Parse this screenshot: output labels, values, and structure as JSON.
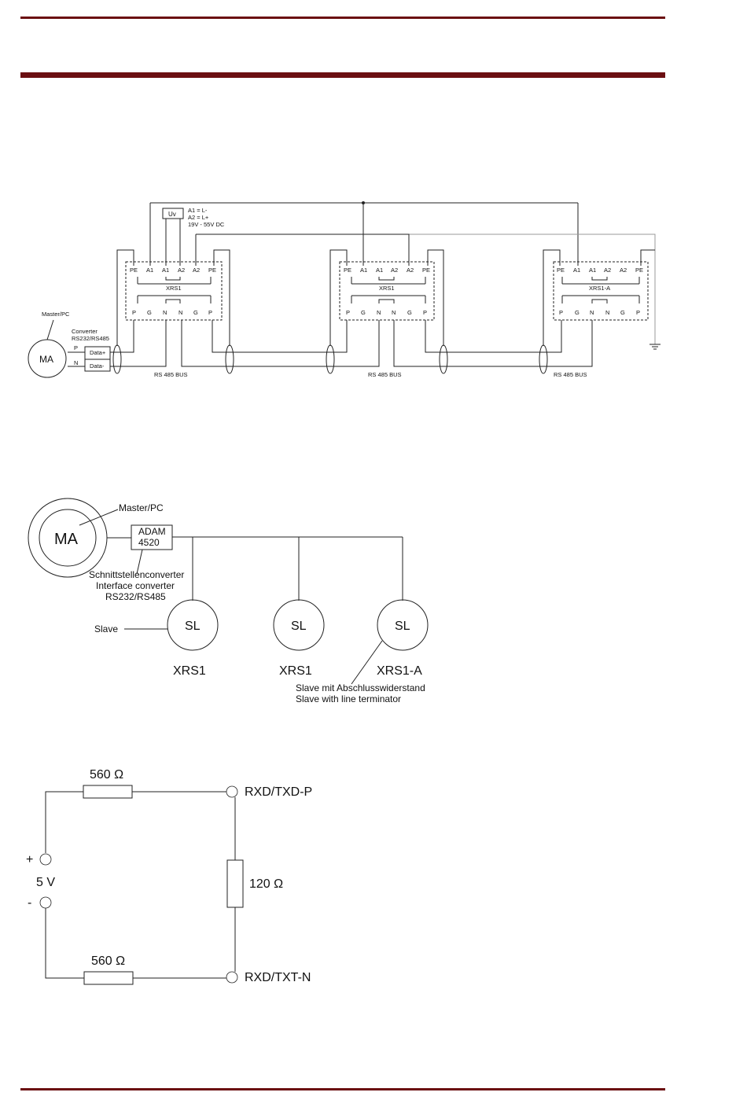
{
  "diagram1": {
    "power_box": "Uv",
    "power_note": [
      "A1 = L-",
      "A2 = L+",
      "19V - 55V DC"
    ],
    "master": "MA",
    "master_label": "Master/PC",
    "converter_label": [
      "Converter",
      "RS232/RS485"
    ],
    "converter_terminals": [
      "Data+",
      "Data-"
    ],
    "line_labels": [
      "P",
      "N"
    ],
    "top_terminals": [
      "PE",
      "A1",
      "A1",
      "A2",
      "A2",
      "PE"
    ],
    "bottom_terminals": [
      "P",
      "G",
      "N",
      "N",
      "G",
      "P"
    ],
    "devices": [
      "XRS1",
      "XRS1",
      "XRS1-A"
    ],
    "bus_label": "RS 485 BUS"
  },
  "diagram2": {
    "master": "MA",
    "master_label": "Master/PC",
    "converter": [
      "ADAM",
      "4520"
    ],
    "converter_label": [
      "Schnittstellenconverter",
      "Interface converter",
      "RS232/RS485"
    ],
    "slave_text": "SL",
    "slave_label": "Slave",
    "slaves": [
      "XRS1",
      "XRS1",
      "XRS1-A"
    ],
    "terminator_note": [
      "Slave mit Abschlusswiderstand",
      "Slave with line terminator"
    ]
  },
  "diagram3": {
    "r_top": "560 Ω",
    "r_bottom": "560 Ω",
    "r_mid": "120 Ω",
    "voltage": "5 V",
    "plus": "+",
    "minus": "-",
    "terminal_p": "RXD/TXD-P",
    "terminal_n": "RXD/TXT-N"
  }
}
